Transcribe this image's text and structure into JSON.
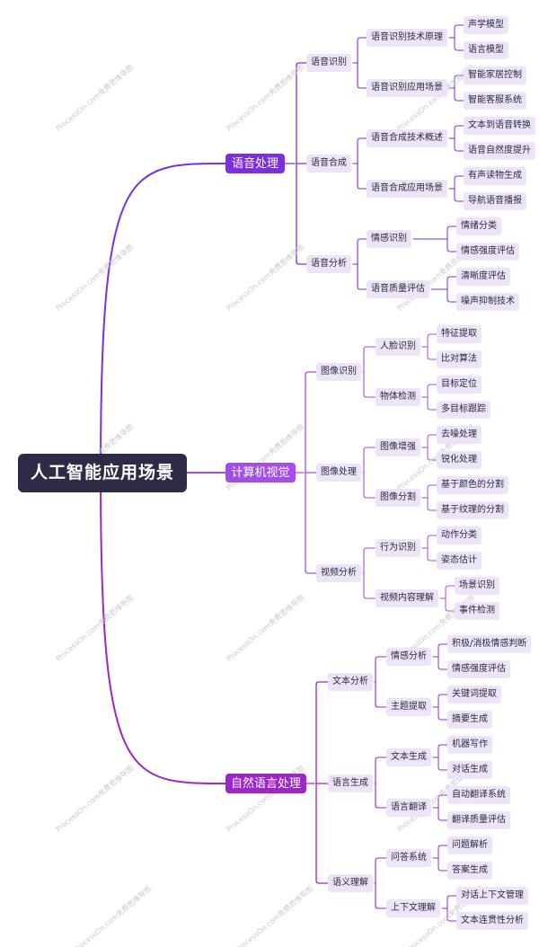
{
  "root": "人工智能应用场景",
  "colors": {
    "root_bg": "#2d2b45",
    "branch_1": "#7d2ee0",
    "branch_2": "#a34ee8",
    "branch_3": "#9b27c8",
    "node_bg": "#ede4f9",
    "watermark": "#c9c9cf"
  },
  "watermark": "ProcessOn.com免费思维导图",
  "branches": [
    {
      "label": "语音处理",
      "children": [
        {
          "label": "语音识别",
          "children": [
            {
              "label": "语音识别技术原理",
              "children": [
                "声学模型",
                "语言模型"
              ]
            },
            {
              "label": "语音识别应用场景",
              "children": [
                "智能家居控制",
                "智能客服系统"
              ]
            }
          ]
        },
        {
          "label": "语音合成",
          "children": [
            {
              "label": "语音合成技术概述",
              "children": [
                "文本到语音转换",
                "语音自然度提升"
              ]
            },
            {
              "label": "语音合成应用场景",
              "children": [
                "有声读物生成",
                "导航语音播报"
              ]
            }
          ]
        },
        {
          "label": "语音分析",
          "children": [
            {
              "label": "情感识别",
              "children": [
                "情绪分类",
                "情感强度评估"
              ]
            },
            {
              "label": "语音质量评估",
              "children": [
                "清晰度评估",
                "噪声抑制技术"
              ]
            }
          ]
        }
      ]
    },
    {
      "label": "计算机视觉",
      "children": [
        {
          "label": "图像识别",
          "children": [
            {
              "label": "人脸识别",
              "children": [
                "特征提取",
                "比对算法"
              ]
            },
            {
              "label": "物体检测",
              "children": [
                "目标定位",
                "多目标跟踪"
              ]
            }
          ]
        },
        {
          "label": "图像处理",
          "children": [
            {
              "label": "图像增强",
              "children": [
                "去噪处理",
                "锐化处理"
              ]
            },
            {
              "label": "图像分割",
              "children": [
                "基于颜色的分割",
                "基于纹理的分割"
              ]
            }
          ]
        },
        {
          "label": "视频分析",
          "children": [
            {
              "label": "行为识别",
              "children": [
                "动作分类",
                "姿态估计"
              ]
            },
            {
              "label": "视频内容理解",
              "children": [
                "场景识别",
                "事件检测"
              ]
            }
          ]
        }
      ]
    },
    {
      "label": "自然语言处理",
      "children": [
        {
          "label": "文本分析",
          "children": [
            {
              "label": "情感分析",
              "children": [
                "积极/消极情感判断",
                "情感强度评估"
              ]
            },
            {
              "label": "主题提取",
              "children": [
                "关键词提取",
                "摘要生成"
              ]
            }
          ]
        },
        {
          "label": "语言生成",
          "children": [
            {
              "label": "文本生成",
              "children": [
                "机器写作",
                "对话生成"
              ]
            },
            {
              "label": "语言翻译",
              "children": [
                "自动翻译系统",
                "翻译质量评估"
              ]
            }
          ]
        },
        {
          "label": "语义理解",
          "children": [
            {
              "label": "问答系统",
              "children": [
                "问题解析",
                "答案生成"
              ]
            },
            {
              "label": "上下文理解",
              "children": [
                "对话上下文管理",
                "文本连贯性分析"
              ]
            }
          ]
        }
      ]
    }
  ]
}
